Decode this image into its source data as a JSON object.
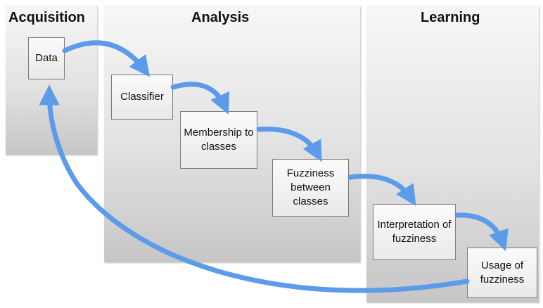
{
  "phases": {
    "acquisition": "Acquisition",
    "analysis": "Analysis",
    "learning": "Learning"
  },
  "steps": {
    "data": "Data",
    "classifier": "Classifier",
    "membership": "Membership to classes",
    "fuzziness": "Fuzziness between classes",
    "interpretation": "Interpretation of fuzziness",
    "usage": "Usage of fuzziness"
  },
  "colors": {
    "arrow": "#5b9bea",
    "panel": "#dcdcdc",
    "box_border": "#7a7a7a"
  }
}
